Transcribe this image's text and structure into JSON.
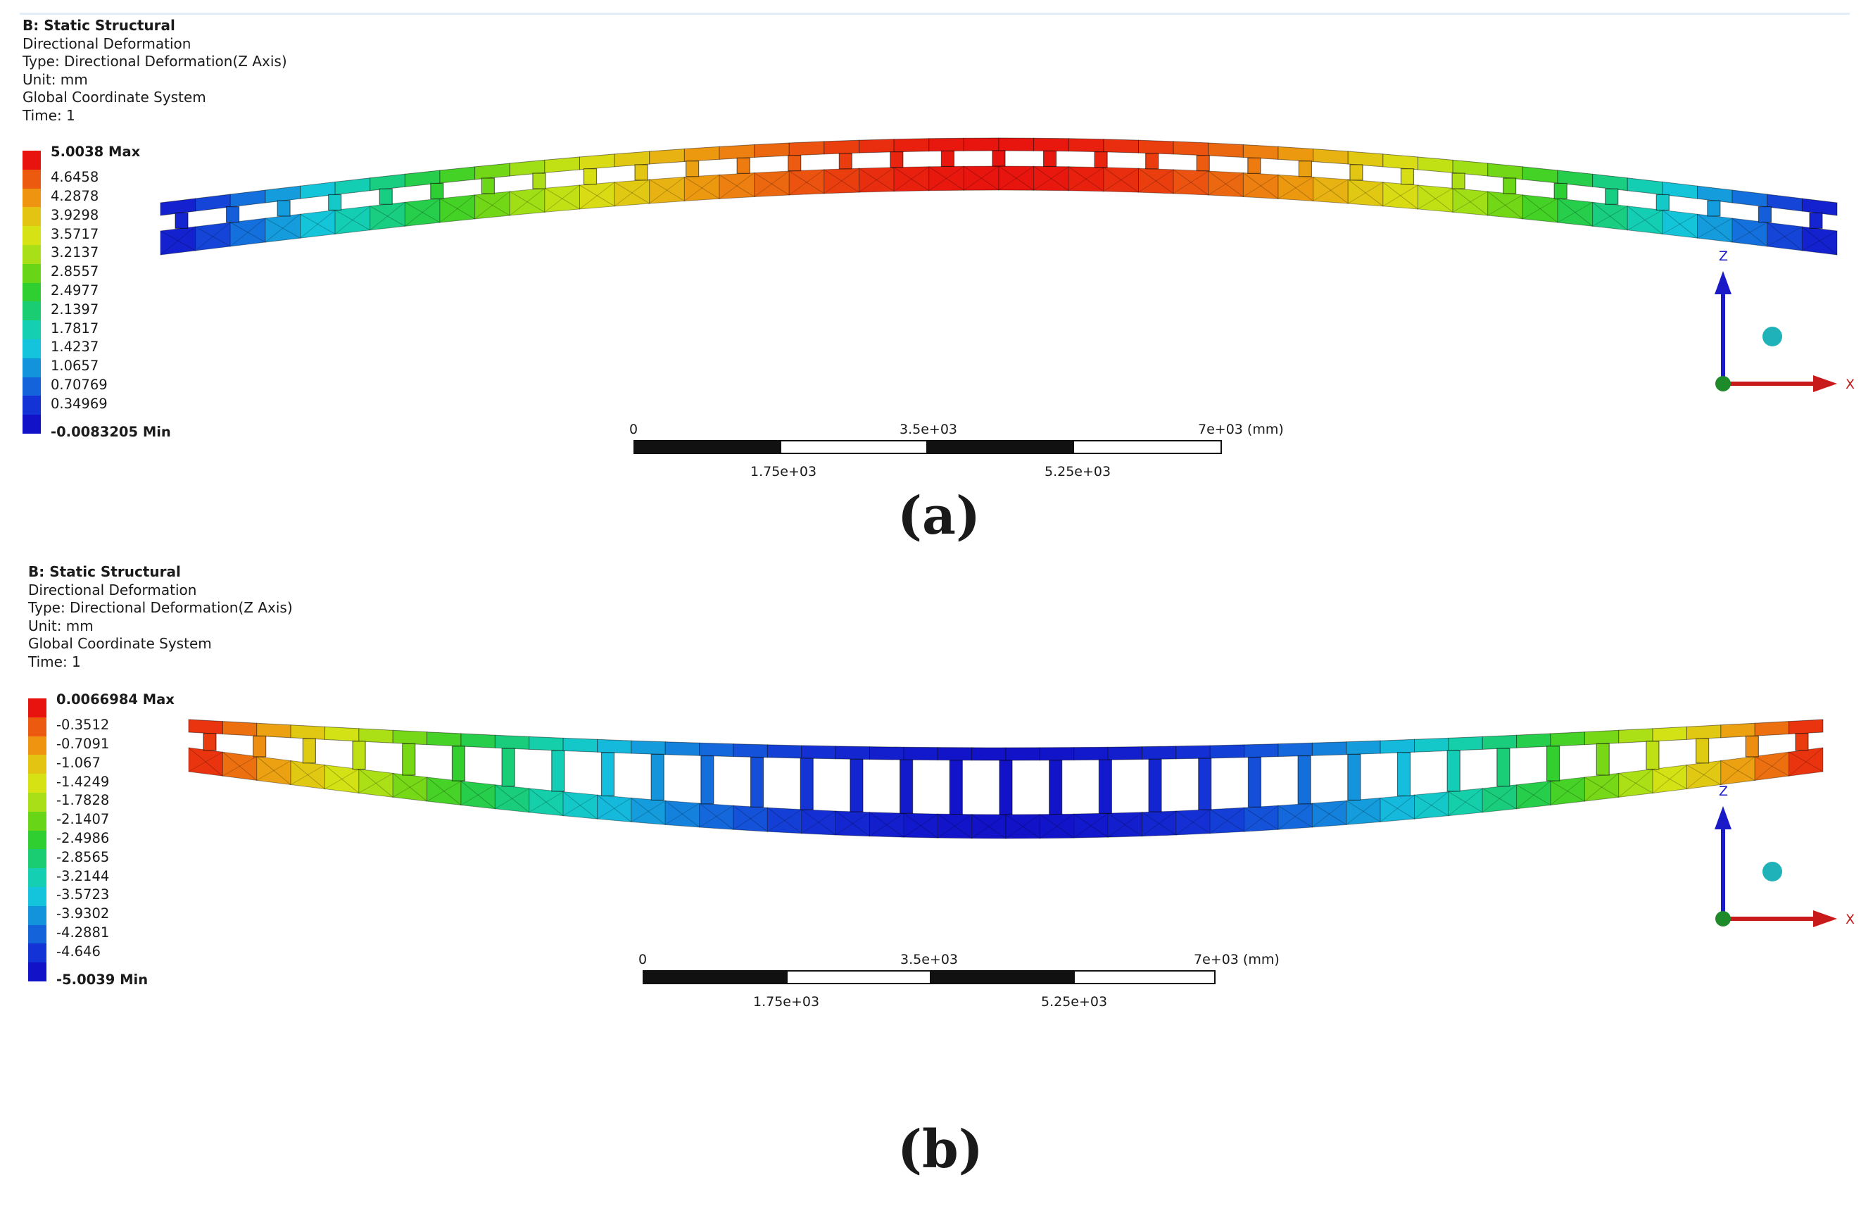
{
  "panels": [
    {
      "info": {
        "title": "B: Static Structural",
        "line1": "Directional Deformation",
        "line2": "Type: Directional Deformation(Z Axis)",
        "line3": "Unit: mm",
        "line4": "Global Coordinate System",
        "line5": "Time: 1"
      },
      "legend": {
        "labels": [
          "5.0038 Max",
          "4.6458",
          "4.2878",
          "3.9298",
          "3.5717",
          "3.2137",
          "2.8557",
          "2.4977",
          "2.1397",
          "1.7817",
          "1.4237",
          "1.0657",
          "0.70769",
          "0.34969",
          "-0.0083205 Min"
        ],
        "colors": [
          "#e8130e",
          "#ec5a10",
          "#ee9410",
          "#e3c413",
          "#d6e214",
          "#a8df16",
          "#68d616",
          "#2fcf31",
          "#1acd73",
          "#14cfb1",
          "#14c3dc",
          "#1493dd",
          "#1463db",
          "#1433d6",
          "#1212c8"
        ]
      },
      "scale": {
        "tick0": "0",
        "tick1": "3.5e+03",
        "tick2": "7e+03 (mm)",
        "tick3": "1.75e+03",
        "tick4": "5.25e+03"
      },
      "triad": {
        "z": "Z",
        "x": "X"
      },
      "caption": "(a)",
      "deformation_sign": "upward"
    },
    {
      "info": {
        "title": "B: Static Structural",
        "line1": "Directional Deformation",
        "line2": "Type: Directional Deformation(Z Axis)",
        "line3": "Unit: mm",
        "line4": "Global Coordinate System",
        "line5": "Time: 1"
      },
      "legend": {
        "labels": [
          "0.0066984 Max",
          "-0.3512",
          "-0.7091",
          "-1.067",
          "-1.4249",
          "-1.7828",
          "-2.1407",
          "-2.4986",
          "-2.8565",
          "-3.2144",
          "-3.5723",
          "-3.9302",
          "-4.2881",
          "-4.646",
          "-5.0039 Min"
        ],
        "colors": [
          "#e8130e",
          "#ec5a10",
          "#ee9410",
          "#e3c413",
          "#d6e214",
          "#a8df16",
          "#68d616",
          "#2fcf31",
          "#1acd73",
          "#14cfb1",
          "#14c3dc",
          "#1493dd",
          "#1463db",
          "#1433d6",
          "#1212c8"
        ]
      },
      "scale": {
        "tick0": "0",
        "tick1": "3.5e+03",
        "tick2": "7e+03 (mm)",
        "tick3": "1.75e+03",
        "tick4": "5.25e+03"
      },
      "triad": {
        "z": "Z",
        "x": "X"
      },
      "caption": "(b)",
      "deformation_sign": "downward"
    }
  ]
}
